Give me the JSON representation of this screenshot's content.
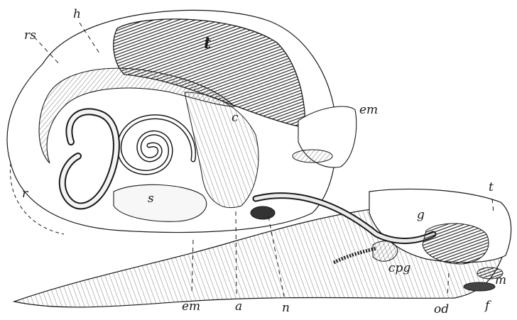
{
  "figure": {
    "labels": {
      "rs": "rs",
      "h": "h",
      "t_top": "t",
      "em_right": "em",
      "c": "c",
      "r": "r",
      "s": "s",
      "g": "g",
      "t_right": "t",
      "cpg": "cpg",
      "m": "m",
      "em_bottom": "em",
      "a": "a",
      "n": "n",
      "od": "od",
      "f": "f"
    },
    "colors": {
      "ink": "#1a1a1a",
      "paper": "#ffffff",
      "shade": "#6d6d6d"
    }
  }
}
